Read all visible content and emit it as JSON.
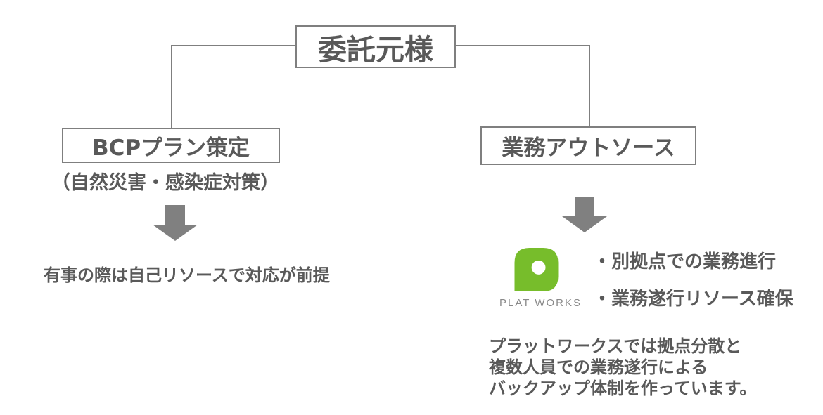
{
  "diagram": {
    "root": {
      "label": "委託元様"
    },
    "left_branch": {
      "box_label": "BCPプラン策定",
      "caption": "（自然災害・感染症対策）",
      "result": "有事の際は自己リソースで対応が前提"
    },
    "right_branch": {
      "box_label": "業務アウトソース",
      "logo_text": "PLAT WORKS",
      "bullets": [
        "・別拠点での業務進行",
        "・業務遂行リソース確保"
      ],
      "note_lines": [
        "プラットワークスでは拠点分散と",
        "複数人員での業務遂行による",
        "バックアップ体制を作っています。"
      ]
    }
  },
  "colors": {
    "brand_green": "#77bd2b",
    "text_dark_gray": "#595959",
    "line_gray": "#7f7f7f",
    "arrow_gray": "#808080",
    "logo_text_gray": "#8a8a8a"
  }
}
